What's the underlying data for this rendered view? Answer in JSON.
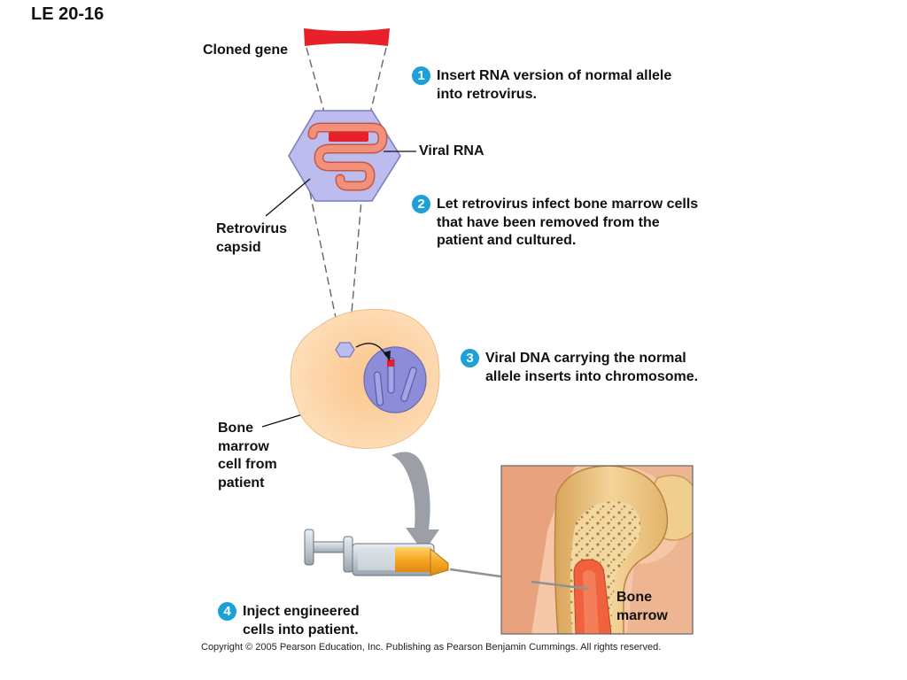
{
  "figure_id": "LE 20-16",
  "labels": {
    "cloned_gene": "Cloned gene",
    "viral_rna": "Viral RNA",
    "retrovirus_capsid": "Retrovirus\ncapsid",
    "bone_marrow_cell": "Bone\nmarrow\ncell from\npatient",
    "bone_marrow": "Bone\nmarrow"
  },
  "steps": [
    {
      "number": "1",
      "text": "Insert RNA version of normal allele\ninto retrovirus."
    },
    {
      "number": "2",
      "text": "Let retrovirus infect bone marrow cells\nthat have been removed from the\npatient and cultured."
    },
    {
      "number": "3",
      "text": "Viral DNA carrying the normal\nallele inserts into chromosome."
    },
    {
      "number": "4",
      "text": "Inject engineered\ncells into patient."
    }
  ],
  "copyright": "Copyright © 2005 Pearson Education, Inc. Publishing as Pearson Benjamin Cummings. All rights reserved.",
  "colors": {
    "gene_red": "#e8202a",
    "rna_salmon": "#f08070",
    "capsid_lavender": "#b8b8ec",
    "capsid_stroke": "#7a7ac0",
    "cell_peach": "#fcd3a4",
    "nucleus_blue": "#8c8cd8",
    "badge_blue": "#1ba0d8",
    "arrow_gray": "#9a9ea4",
    "bone_tan": "#efc98a",
    "marrow_orange": "#f0623e",
    "syringe_orange": "#f5a623"
  }
}
